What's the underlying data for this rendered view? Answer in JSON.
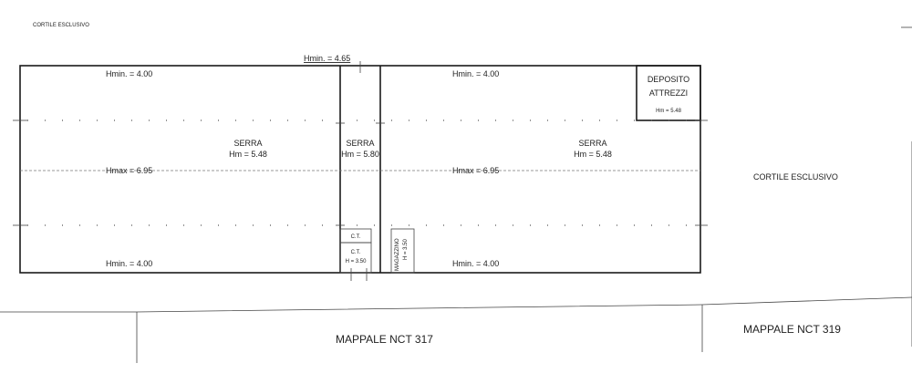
{
  "labels": {
    "top_left": "CORTILE ESCLUSIVO",
    "right": "CORTILE ESCLUSIVO",
    "hmin_top_center": "Hmin. = 4.65",
    "hmin_top_left": "Hmin. = 4.00",
    "hmin_top_right": "Hmin. = 4.00",
    "hmin_bottom_left": "Hmin. = 4.00",
    "hmin_bottom_right": "Hmin. = 4.00",
    "deposito_1": "DEPOSITO",
    "deposito_2": "ATTREZZI",
    "deposito_h": "Hm = 5.48",
    "serra_left": "SERRA",
    "serra_left_h": "Hm = 5.48",
    "serra_center": "SERRA",
    "serra_center_h": "Hm = 5.80",
    "serra_right": "SERRA",
    "serra_right_h": "Hm = 5.48",
    "hmax_left": "Hmax = 6.95",
    "hmax_right": "Hmax = 6.95",
    "ct_top": "C.T.",
    "ct_bottom": "C.T.",
    "ct_bottom_h": "H = 3.50",
    "magazzino": "MAGAZZINO",
    "magazzino_h": "H = 3.50",
    "mappale_317": "MAPPALE NCT 317",
    "mappale_319": "MAPPALE NCT 319"
  },
  "colors": {
    "line": "#1a1a1a",
    "text": "#222222",
    "background": "#ffffff"
  }
}
